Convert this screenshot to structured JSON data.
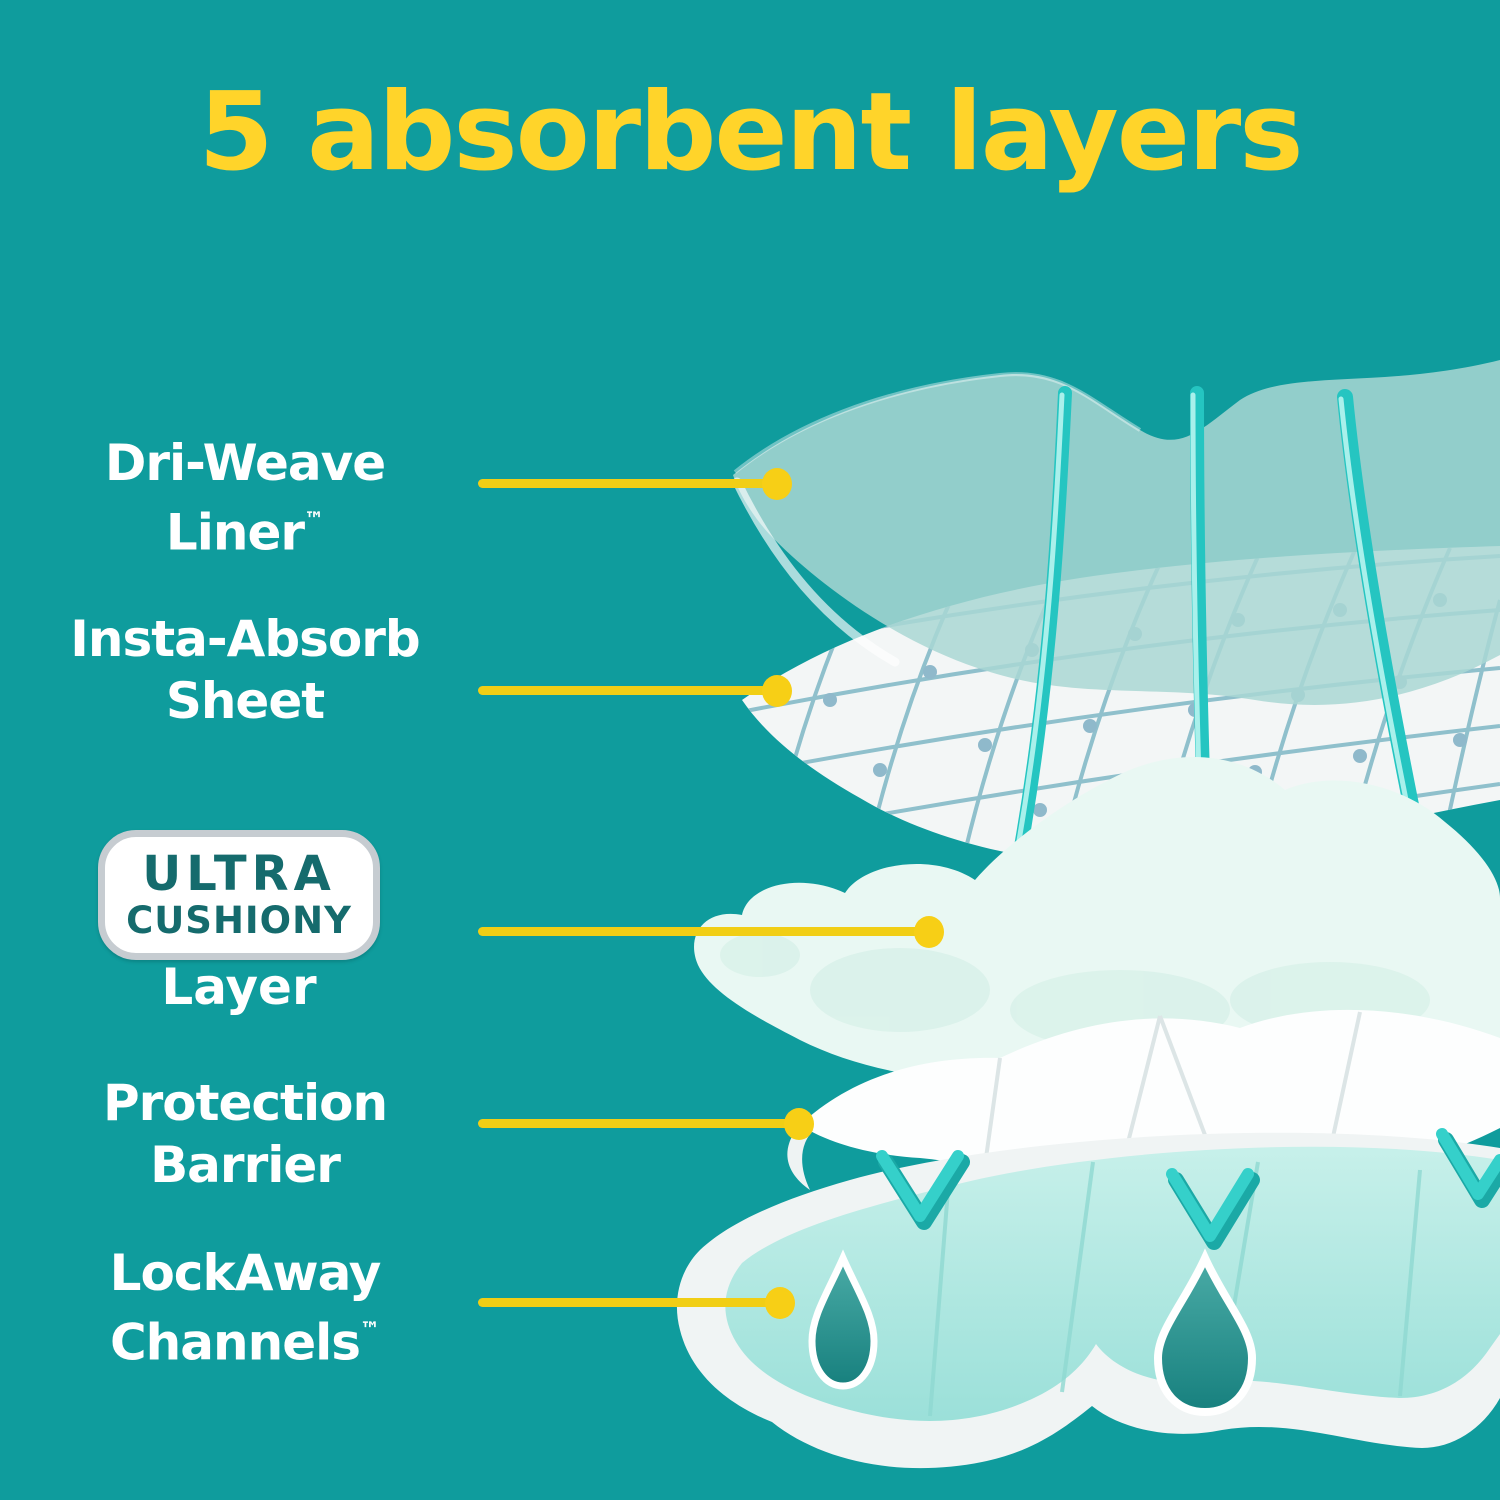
{
  "title": "5 absorbent layers",
  "labels": {
    "dri_weave": {
      "line1": "Dri-Weave",
      "line2": "Liner",
      "tm": "™"
    },
    "insta_absorb": {
      "line1": "Insta-Absorb",
      "line2": "Sheet"
    },
    "ultra_badge": {
      "line1": "ULTRA",
      "line2": "CUSHIONY",
      "caption": "Layer"
    },
    "protection": {
      "line1": "Protection",
      "line2": "Barrier"
    },
    "lockaway": {
      "line1": "LockAway",
      "line2": "Channels",
      "tm": "™"
    }
  },
  "diagram": {
    "layer_names": [
      "Dri-Weave Liner",
      "Insta-Absorb Sheet",
      "Ultra Cushiony Layer",
      "Protection Barrier",
      "LockAway Channels"
    ],
    "droplet_count": 2,
    "flow_arrow_count": 3
  },
  "colors": {
    "background": "#0f9c9d",
    "title_yellow": "#ffd42a",
    "leader_yellow": "#f1ce15",
    "label_white": "#ffffff",
    "badge_text": "#156b6d",
    "badge_border": "#c6ccd1",
    "top_sheet": "#a9d7d4",
    "grid_sheet": "#f3f6f6",
    "grid_line": "#8fc0cc",
    "grid_dot": "#8fb9cb",
    "tube": "#25c5c1",
    "tube_highlight": "#a9f0eb",
    "fluff": "#e9f8f3",
    "barrier": "#fdfefe",
    "pad_rim": "#f0f4f4",
    "pad_surface": "#b7eae4",
    "droplet": "#1f8b88",
    "chevron": "#35d0ca"
  }
}
